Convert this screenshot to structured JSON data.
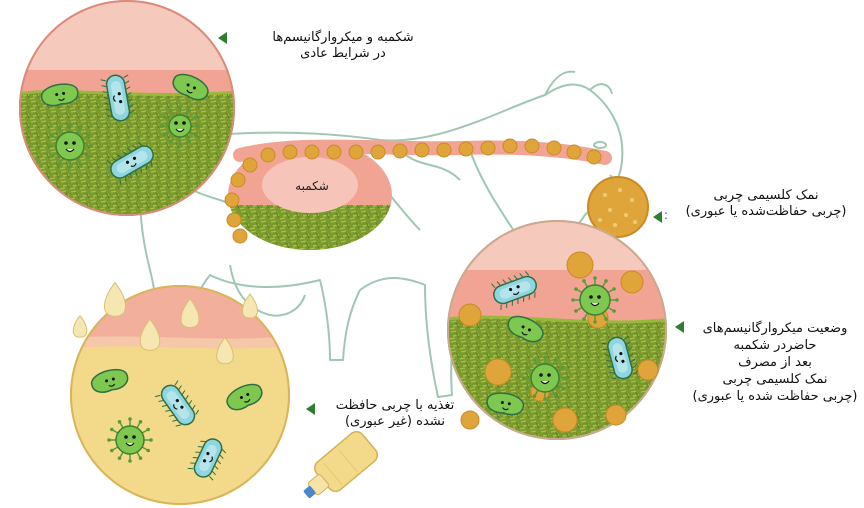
{
  "diagram": {
    "labels": {
      "normal_rumen": [
        "شکمبه و میکروارگانیسم‌ها",
        "در شرایط عادی"
      ],
      "rumen": "شکمبه",
      "calcium_soap": [
        "نمک کلسیمی چربی",
        "(چربی حفاظت‌شده یا عبوری)"
      ],
      "after_use": [
        "وضعیت میکروارگانیسم‌های",
        "حاضردر شکمبه",
        "بعد از مصرف",
        "نمک کلسیمی چربی",
        "(چربی حفاظت شده یا عبوری)"
      ],
      "unprotected": [
        "تغذیه با چربی حافظت",
        "نشده (غیر عبوری)"
      ]
    },
    "colors": {
      "rumen_pink": "#f2a494",
      "grass_green": "#7a9a2e",
      "fat_yellow": "#f3d98a",
      "fat_ball": "#e0a53a",
      "arrow_green": "#2f7d2f",
      "microbe_green": "#7ec850",
      "microbe_blue": "#8fd6e0",
      "cow_outline": "#9fc7b4"
    }
  }
}
